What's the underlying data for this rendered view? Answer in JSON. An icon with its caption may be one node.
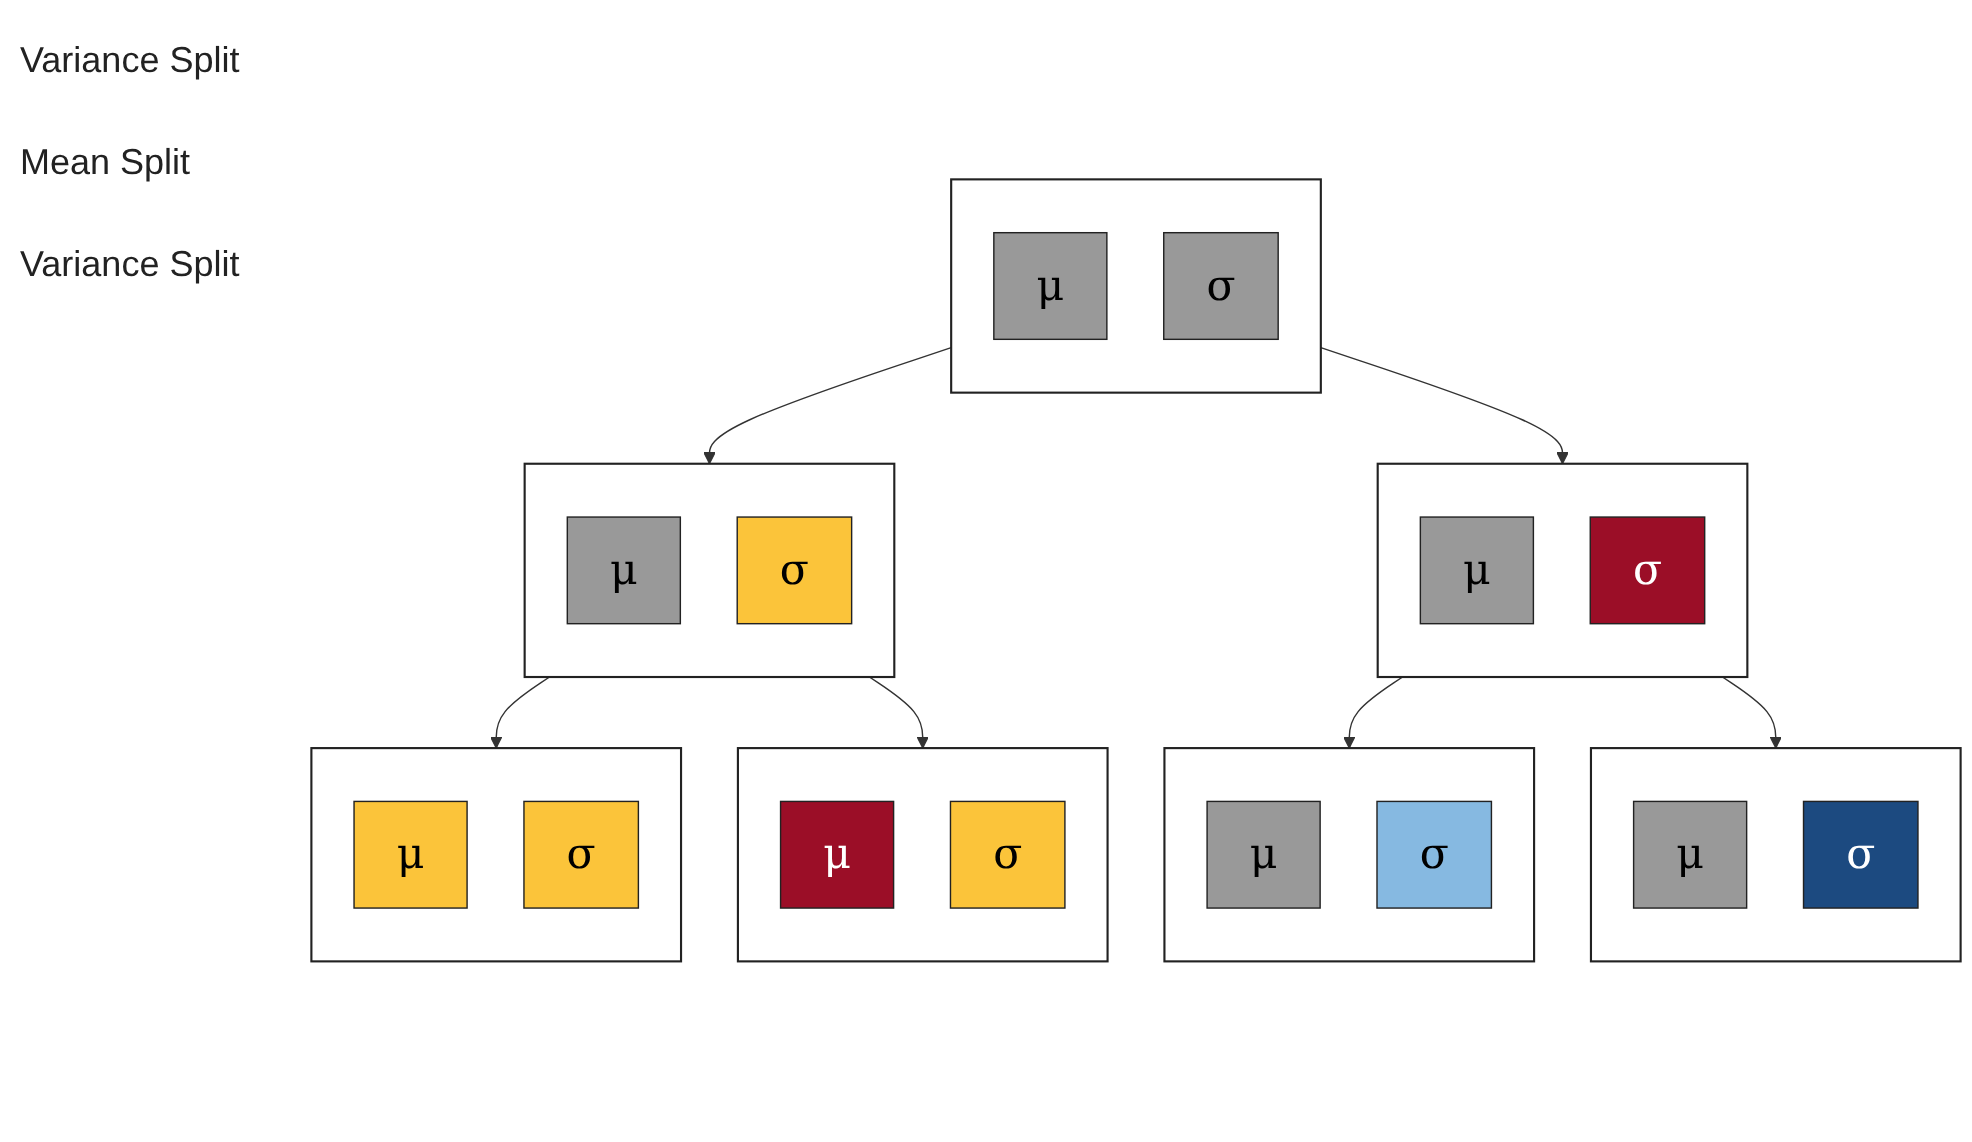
{
  "diagram": {
    "nodes": [
      {
        "text": [],
        "shape": "box"
      },
      {
        "text": [
          "μ"
        ],
        "in": 0
      },
      {
        "text": [
          "σ"
        ],
        "in": 0
      },
      {
        "text": [],
        "shape": "box"
      },
      {
        "text": [
          "μ"
        ],
        "in": 3
      },
      {
        "text": [
          "σ"
        ],
        "in": 3
      },
      {
        "text": [],
        "shape": "box"
      },
      {
        "text": [
          "μ"
        ],
        "in": 6
      },
      {
        "text": [
          "σ"
        ],
        "in": 6
      },
      {
        "text": [],
        "shape": "box"
      },
      {
        "text": [
          "μ"
        ],
        "in": 9
      },
      {
        "text": [
          "σ"
        ],
        "in": 9
      },
      {
        "text": [],
        "shape": "box"
      },
      {
        "text": [
          "μ"
        ],
        "in": 12
      },
      {
        "text": [
          "σ"
        ],
        "in": 12
      },
      {
        "text": [],
        "shape": "box"
      },
      {
        "text": [
          "μ"
        ],
        "in": 15
      },
      {
        "text": [
          "σ"
        ],
        "in": 15
      },
      {
        "text": [],
        "shape": "box"
      },
      {
        "text": [
          "μ"
        ],
        "in": 18
      },
      {
        "text": [
          "σ"
        ],
        "in": 18
      }
    ],
    "edges": [
      {
        "from": 0,
        "to": 3,
        "arrow": "to"
      },
      {
        "from": 0,
        "to": 6,
        "arrow": "to"
      },
      {
        "from": 3,
        "to": 9,
        "arrow": "to"
      },
      {
        "from": 3,
        "to": 12,
        "arrow": "to"
      },
      {
        "from": 6,
        "to": 15,
        "arrow": "to"
      },
      {
        "from": 6,
        "to": 18,
        "arrow": "to"
      }
    ],
    "labels": [
      "Variance Split",
      "Mean Split",
      "Variance Split"
    ]
  }
}
